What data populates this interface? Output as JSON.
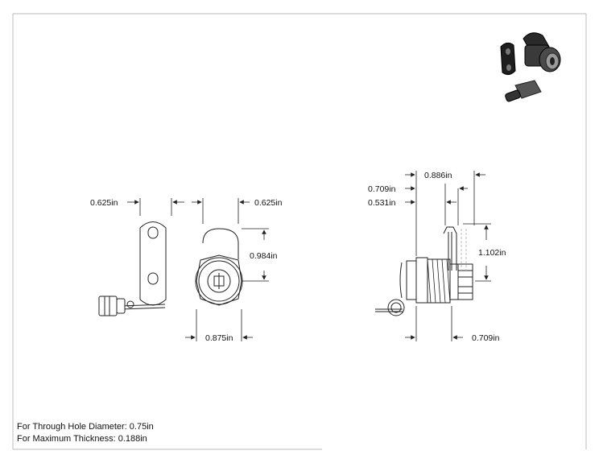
{
  "dimensions": {
    "front_left_width": "0.625in",
    "front_right_width": "0.625in",
    "front_height": "0.984in",
    "front_bottom_width": "0.875in",
    "side_top_1": "0.886in",
    "side_top_2": "0.709in",
    "side_top_3": "0.531in",
    "side_height": "1.102in",
    "side_bottom": "0.709in"
  },
  "notes": {
    "hole_diameter": "For Through Hole Diameter: 0.75in",
    "max_thickness": "For Maximum Thickness: 0.188in"
  },
  "icons": [
    "cam-lock-3d-icon",
    "key-icon",
    "cam-plate-icon"
  ]
}
